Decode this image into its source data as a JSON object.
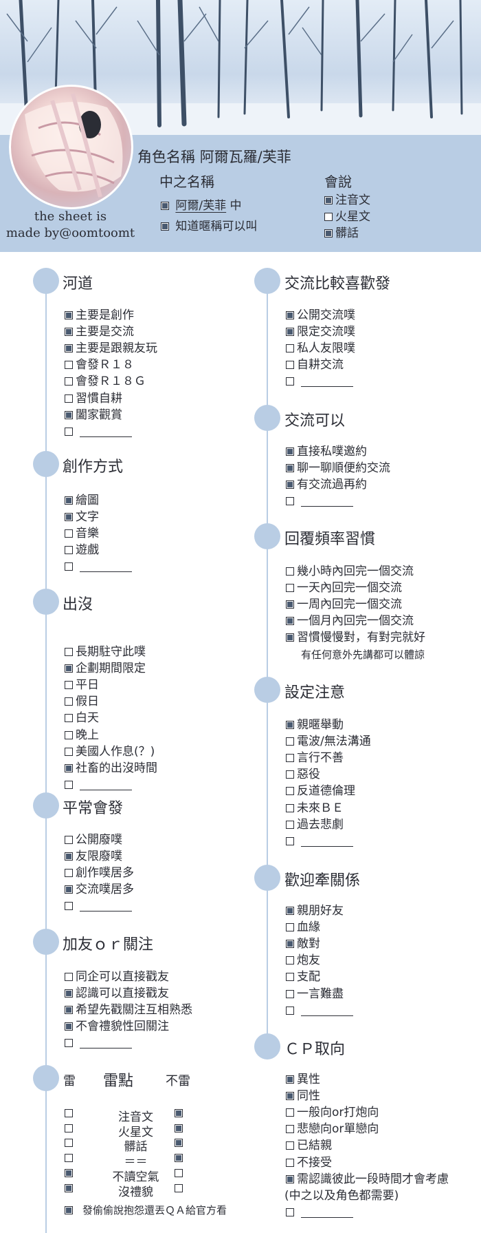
{
  "header": {
    "credit_line1": "the sheet is",
    "credit_line2": "made by@oomtoomt",
    "character_label": "角色名稱",
    "character_name": "阿爾瓦羅/芙菲",
    "handler_label": "中之名稱",
    "handler_options": [
      {
        "checked": true,
        "text": "阿爾/芙菲",
        "suffix": "中"
      },
      {
        "checked": true,
        "text": "知道暱稱可以叫",
        "suffix": ""
      }
    ],
    "speak_label": "會說",
    "speak_options": [
      {
        "checked": true,
        "text": "注音文"
      },
      {
        "checked": false,
        "text": "火星文"
      },
      {
        "checked": true,
        "text": "髒話"
      }
    ]
  },
  "left_sections": [
    {
      "title": "河道",
      "items": [
        {
          "checked": true,
          "text": "主要是創作"
        },
        {
          "checked": true,
          "text": "主要是交流"
        },
        {
          "checked": true,
          "text": "主要是跟親友玩"
        },
        {
          "checked": false,
          "text": "會發Ｒ１８"
        },
        {
          "checked": false,
          "text": "會發Ｒ１８Ｇ"
        },
        {
          "checked": false,
          "text": "習慣自耕"
        },
        {
          "checked": true,
          "text": "闔家觀賞"
        },
        {
          "checked": false,
          "text": "",
          "blank": true
        }
      ]
    },
    {
      "title": "創作方式",
      "items": [
        {
          "checked": true,
          "text": "繪圖"
        },
        {
          "checked": true,
          "text": "文字"
        },
        {
          "checked": false,
          "text": "音樂"
        },
        {
          "checked": false,
          "text": "遊戲"
        },
        {
          "checked": false,
          "text": "",
          "blank": true
        }
      ]
    },
    {
      "title": "出沒",
      "items": [
        {
          "checked": false,
          "text": "長期駐守此噗"
        },
        {
          "checked": true,
          "text": "企劃期間限定"
        },
        {
          "checked": false,
          "text": "平日"
        },
        {
          "checked": false,
          "text": "假日"
        },
        {
          "checked": false,
          "text": "白天"
        },
        {
          "checked": false,
          "text": "晚上"
        },
        {
          "checked": false,
          "text": "美國人作息(？)"
        },
        {
          "checked": true,
          "text": "社畜的出沒時間"
        },
        {
          "checked": false,
          "text": "",
          "blank": true
        }
      ]
    },
    {
      "title": "平常會發",
      "items": [
        {
          "checked": false,
          "text": "公開廢噗"
        },
        {
          "checked": true,
          "text": "友限廢噗"
        },
        {
          "checked": false,
          "text": "創作噗居多"
        },
        {
          "checked": true,
          "text": "交流噗居多"
        },
        {
          "checked": false,
          "text": "",
          "blank": true
        }
      ]
    },
    {
      "title": "加友ｏｒ關注",
      "items": [
        {
          "checked": false,
          "text": "同企可以直接戳友"
        },
        {
          "checked": true,
          "text": "認識可以直接戳友"
        },
        {
          "checked": true,
          "text": "希望先戳關注互相熟悉"
        },
        {
          "checked": true,
          "text": "不會禮貌性回關注"
        },
        {
          "checked": false,
          "text": "",
          "blank": true
        }
      ]
    }
  ],
  "thunder": {
    "col_left": "雷",
    "col_mid": "雷點",
    "col_right": "不雷",
    "rows": [
      {
        "left": false,
        "text": "注音文",
        "right": true
      },
      {
        "left": false,
        "text": "火星文",
        "right": true
      },
      {
        "left": false,
        "text": "髒話",
        "right": true
      },
      {
        "left": false,
        "text": "＝＝",
        "right": true
      },
      {
        "left": true,
        "text": "不讀空氣",
        "right": false
      },
      {
        "left": true,
        "text": "沒禮貌",
        "right": false
      }
    ],
    "last_text": "發偷偷說抱怨還丟ＱＡ給官方看",
    "last_checked": true
  },
  "right_sections": [
    {
      "title": "交流比較喜歡發",
      "items": [
        {
          "checked": true,
          "text": "公開交流噗"
        },
        {
          "checked": true,
          "text": "限定交流噗"
        },
        {
          "checked": false,
          "text": "私人友限噗"
        },
        {
          "checked": false,
          "text": "自耕交流"
        },
        {
          "checked": false,
          "text": "",
          "blank": true
        }
      ]
    },
    {
      "title": "交流可以",
      "items": [
        {
          "checked": true,
          "text": "直接私噗邀約"
        },
        {
          "checked": true,
          "text": "聊一聊順便約交流"
        },
        {
          "checked": true,
          "text": "有交流過再約"
        },
        {
          "checked": false,
          "text": "",
          "blank": true
        }
      ]
    },
    {
      "title": "回覆頻率習慣",
      "items": [
        {
          "checked": false,
          "text": "幾小時內回完一個交流"
        },
        {
          "checked": false,
          "text": "一天內回完一個交流"
        },
        {
          "checked": true,
          "text": "一周內回完一個交流"
        },
        {
          "checked": true,
          "text": "一個月內回完一個交流"
        },
        {
          "checked": true,
          "text": "習慣慢慢對，有對完就好"
        },
        {
          "checked": null,
          "text": "有任何意外先講都可以體諒"
        }
      ]
    },
    {
      "title": "設定注意",
      "items": [
        {
          "checked": true,
          "text": "親暱舉動"
        },
        {
          "checked": false,
          "text": "電波/無法溝通"
        },
        {
          "checked": false,
          "text": "言行不善"
        },
        {
          "checked": false,
          "text": "惡役"
        },
        {
          "checked": false,
          "text": "反道德倫理"
        },
        {
          "checked": false,
          "text": "未來ＢＥ"
        },
        {
          "checked": false,
          "text": "過去悲劇"
        },
        {
          "checked": false,
          "text": "",
          "blank": true
        }
      ]
    },
    {
      "title": "歡迎牽關係",
      "items": [
        {
          "checked": true,
          "text": "親朋好友"
        },
        {
          "checked": false,
          "text": "血緣"
        },
        {
          "checked": true,
          "text": "敵對"
        },
        {
          "checked": false,
          "text": "炮友"
        },
        {
          "checked": false,
          "text": "支配"
        },
        {
          "checked": false,
          "text": "一言難盡"
        },
        {
          "checked": false,
          "text": "",
          "blank": true
        }
      ]
    },
    {
      "title": "ＣＰ取向",
      "items": [
        {
          "checked": true,
          "text": "異性"
        },
        {
          "checked": true,
          "text": "同性"
        },
        {
          "checked": false,
          "text": "一般向or打炮向"
        },
        {
          "checked": false,
          "text": "悲戀向or單戀向"
        },
        {
          "checked": false,
          "text": "已結親"
        },
        {
          "checked": false,
          "text": "不接受"
        },
        {
          "checked": true,
          "text": "需認識彼此一段時間才會考慮"
        },
        {
          "checked": null,
          "text": "(中之以及角色都需要)"
        },
        {
          "checked": false,
          "text": "",
          "blank": true
        }
      ]
    }
  ]
}
